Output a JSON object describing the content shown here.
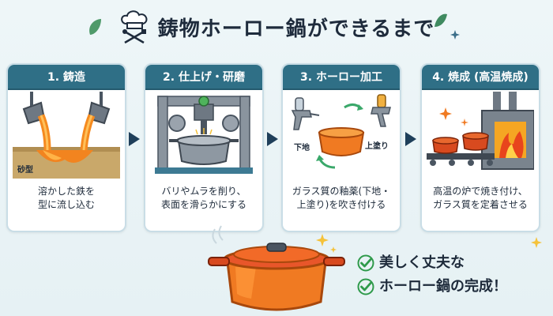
{
  "title": "鋳物ホーロー鍋ができるまで",
  "steps": [
    {
      "title": "1. 鋳造",
      "text": "溶かした鉄を\n型に流し込む",
      "label": "砂型"
    },
    {
      "title": "2. 仕上げ・研磨",
      "text": "バリやムラを削り、\n表面を滑らかにする"
    },
    {
      "title": "3. ホーロー加工",
      "text": "ガラス質の釉薬(下地・\n上塗り)を吹き付ける",
      "label_base": "下地",
      "label_top": "上塗り"
    },
    {
      "title": "4. 焼成 (高温焼成)",
      "text": "高温の炉で焼き付け、\nガラス質を定着させる"
    }
  ],
  "result": {
    "line1": "美しく丈夫な",
    "line2": "ホーロー鍋の完成！"
  },
  "colors": {
    "header": "#2f6f86",
    "pot_orange": "#f07a22",
    "pot_red": "#d84a1f",
    "check_green": "#2e9a4a",
    "arrow_navy": "#1f3f5a"
  },
  "icons": [
    "chef-hat-icon",
    "whisk-spatula-icon",
    "leaf-icon",
    "arrow-right-icon",
    "check-icon",
    "sparkle-icon"
  ]
}
